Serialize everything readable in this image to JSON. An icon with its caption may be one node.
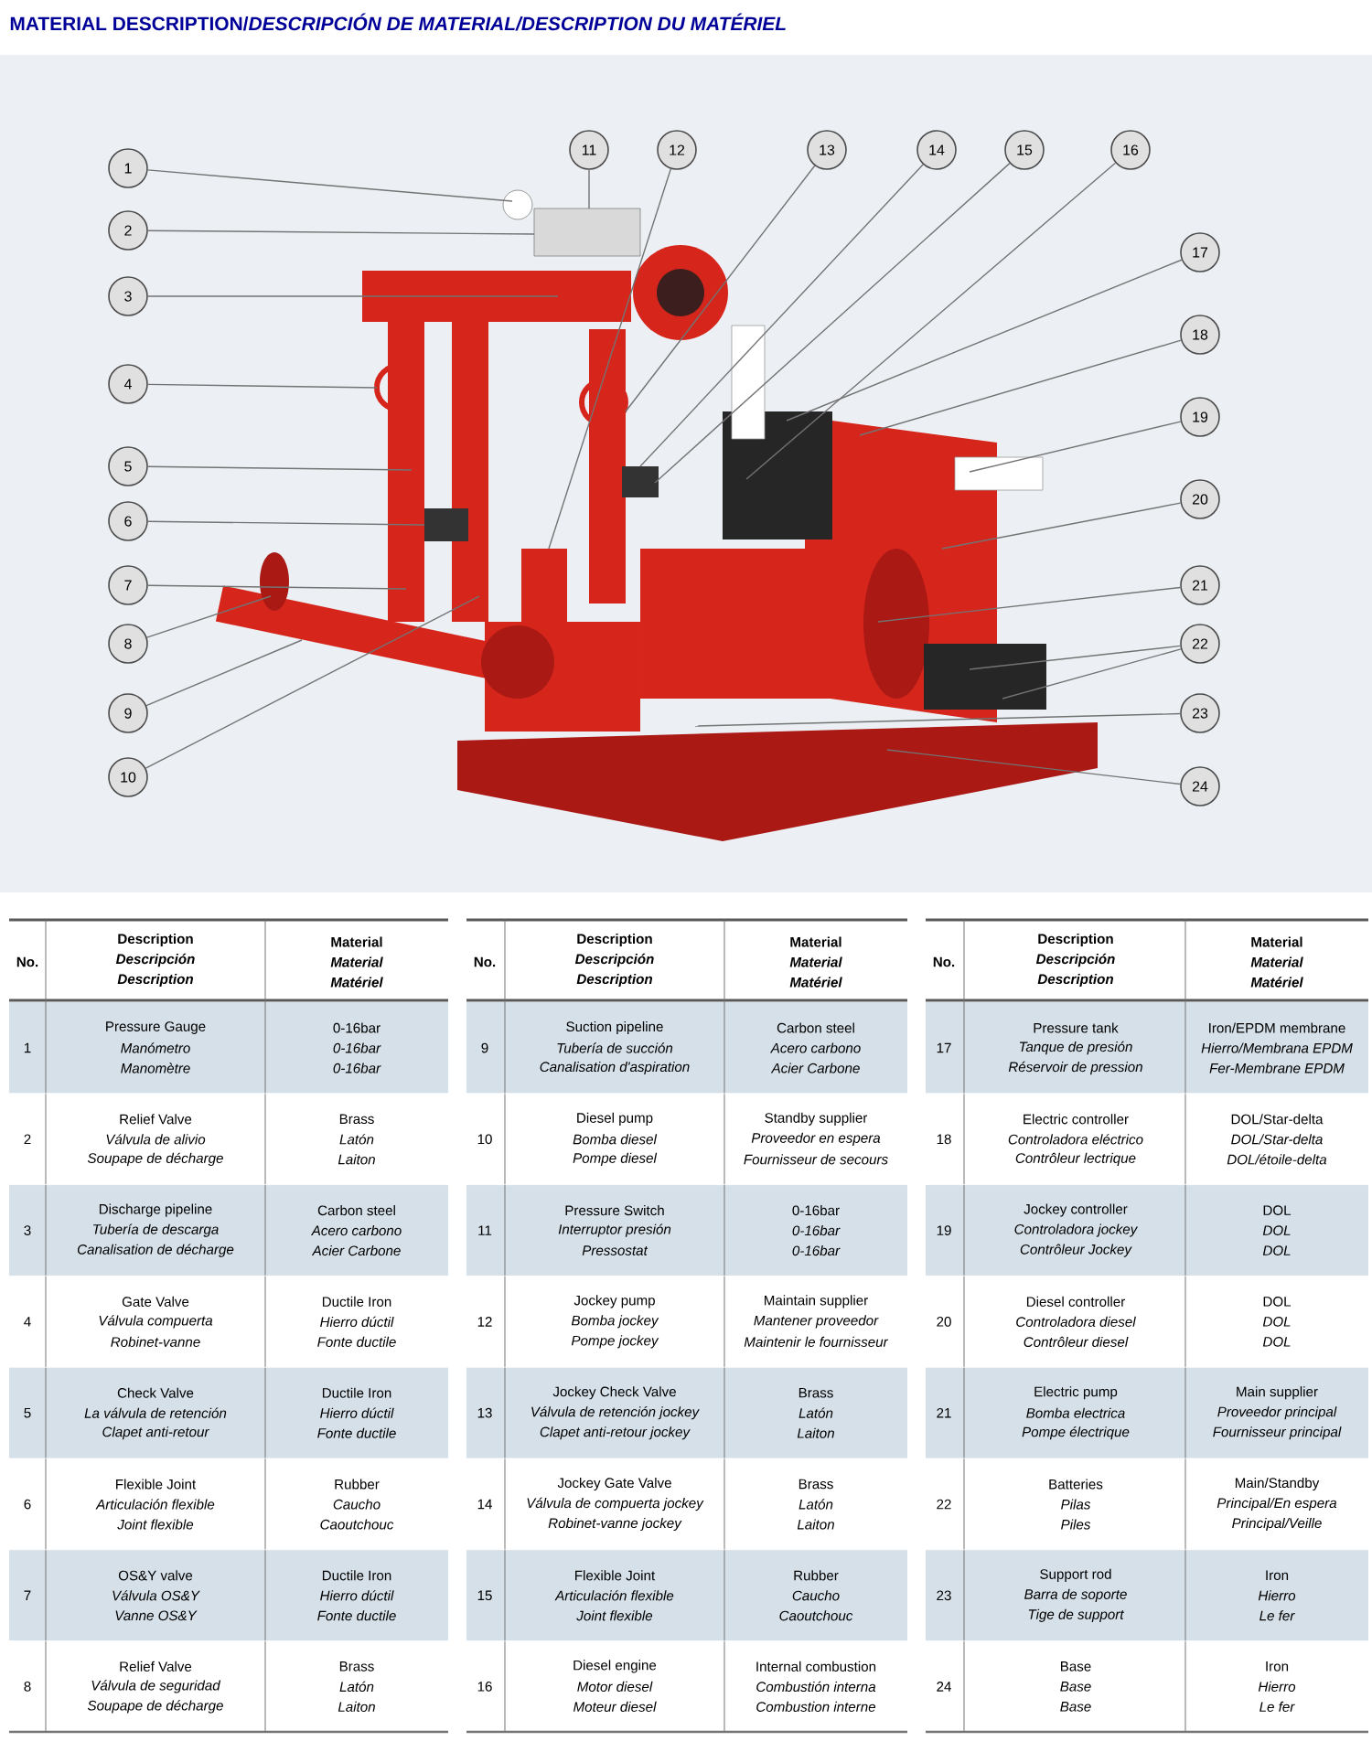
{
  "diagram": {
    "title": "MATERIAL DESCRIPTION/*DESCRIPCIÓN DE MATERIAL/DESCRIPTION DU MATÉRIEL*",
    "nodes": [
      {
        "text": [
          "1"
        ]
      },
      {
        "text": [
          "2"
        ]
      },
      {
        "text": [
          "3"
        ]
      },
      {
        "text": [
          "4"
        ]
      },
      {
        "text": [
          "5"
        ]
      },
      {
        "text": [
          "6"
        ]
      },
      {
        "text": [
          "7"
        ]
      },
      {
        "text": [
          "8"
        ]
      },
      {
        "text": [
          "9"
        ]
      },
      {
        "text": [
          "10"
        ]
      },
      {
        "text": [
          "11"
        ]
      },
      {
        "text": [
          "12"
        ]
      },
      {
        "text": [
          "13"
        ]
      },
      {
        "text": [
          "14"
        ]
      },
      {
        "text": [
          "15"
        ]
      },
      {
        "text": [
          "16"
        ]
      },
      {
        "text": [
          "17"
        ]
      },
      {
        "text": [
          "18"
        ]
      },
      {
        "text": [
          "19"
        ]
      },
      {
        "text": [
          "20"
        ]
      },
      {
        "text": [
          "21"
        ]
      },
      {
        "text": [
          "22"
        ]
      },
      {
        "text": [
          "23"
        ]
      },
      {
        "text": [
          "24"
        ]
      }
    ],
    "edges": [
      {
        "from": 0,
        "to": null,
        "arrow": "none"
      },
      {
        "from": 1,
        "to": null,
        "arrow": "none"
      },
      {
        "from": 2,
        "to": null,
        "arrow": "none"
      },
      {
        "from": 3,
        "to": null,
        "arrow": "none"
      },
      {
        "from": 4,
        "to": null,
        "arrow": "none"
      },
      {
        "from": 5,
        "to": null,
        "arrow": "none"
      },
      {
        "from": 6,
        "to": null,
        "arrow": "none"
      },
      {
        "from": 7,
        "to": null,
        "arrow": "none"
      },
      {
        "from": 8,
        "to": null,
        "arrow": "none"
      },
      {
        "from": 9,
        "to": null,
        "arrow": "none"
      },
      {
        "from": 10,
        "to": null,
        "arrow": "none"
      },
      {
        "from": 11,
        "to": null,
        "arrow": "none"
      },
      {
        "from": 12,
        "to": null,
        "arrow": "none"
      },
      {
        "from": 13,
        "to": null,
        "arrow": "none"
      },
      {
        "from": 14,
        "to": null,
        "arrow": "none"
      },
      {
        "from": 15,
        "to": null,
        "arrow": "none"
      },
      {
        "from": 16,
        "to": null,
        "arrow": "none"
      },
      {
        "from": 17,
        "to": null,
        "arrow": "none"
      },
      {
        "from": 18,
        "to": null,
        "arrow": "none"
      },
      {
        "from": 19,
        "to": null,
        "arrow": "none"
      },
      {
        "from": 20,
        "to": null,
        "arrow": "none"
      },
      {
        "from": 21,
        "to": null,
        "arrow": "none"
      },
      {
        "from": 21,
        "to": null,
        "arrow": "none"
      },
      {
        "from": 22,
        "to": null,
        "arrow": "none"
      },
      {
        "from": 23,
        "to": null,
        "arrow": "none"
      }
    ],
    "labels": [
      "No.",
      "Description",
      "Descripción",
      "Description",
      "Material",
      "Material",
      "Matériel",
      "1",
      "Pressure Gauge",
      "Manómetro",
      "Manomètre",
      "0-16bar",
      "0-16bar",
      "0-16bar",
      "2",
      "Relief Valve",
      "Válvula de alivio",
      "Soupape de décharge",
      "Brass",
      "Latón",
      "Laiton",
      "3",
      "Discharge pipeline",
      "Tubería de descarga",
      "Canalisation de décharge",
      "Carbon steel",
      "Acero carbono",
      "Acier Carbone",
      "4",
      "Gate Valve",
      "Válvula compuerta",
      "Robinet-vanne",
      "Ductile Iron",
      "Hierro dúctil",
      "Fonte ductile",
      "5",
      "Check Valve",
      "La válvula de retención",
      "Clapet anti-retour",
      "Ductile Iron",
      "Hierro dúctil",
      "Fonte ductile",
      "6",
      "Flexible Joint",
      "Articulación flexible",
      "Joint flexible",
      "Rubber",
      "Caucho",
      "Caoutchouc",
      "7",
      "OS&Y valve",
      "Válvula OS&Y",
      "Vanne OS&Y",
      "Ductile Iron",
      "Hierro dúctil",
      "Fonte ductile",
      "8",
      "Relief Valve",
      "Válvula de seguridad",
      "Soupape de décharge",
      "Brass",
      "Latón",
      "Laiton",
      "No.",
      "Description",
      "Descripción",
      "Description",
      "Material",
      "Material",
      "Matériel",
      "9",
      "Suction pipeline",
      "Tubería de succión",
      "Canalisation d'aspiration",
      "Carbon steel",
      "Acero carbono",
      "Acier Carbone",
      "10",
      "Diesel pump",
      "Bomba diesel",
      "Pompe diesel",
      "Standby supplier",
      "Proveedor en espera",
      "Fournisseur de secours",
      "11",
      "Pressure Switch",
      "Interruptor presión",
      "Pressostat",
      "0-16bar",
      "0-16bar",
      "0-16bar",
      "12",
      "Jockey pump",
      "Bomba jockey",
      "Pompe jockey",
      "Maintain supplier",
      "Mantener proveedor",
      "Maintenir le fournisseur",
      "13",
      "Jockey Check Valve",
      "Válvula de retención jockey",
      "Clapet anti-retour jockey",
      "Brass",
      "Latón",
      "Laiton",
      "14",
      "Jockey Gate Valve",
      "Válvula de compuerta jockey",
      "Robinet-vanne jockey",
      "Brass",
      "Latón",
      "Laiton",
      "15",
      "Flexible Joint",
      "Articulación flexible",
      "Joint flexible",
      "Rubber",
      "Caucho",
      "Caoutchouc",
      "16",
      "Diesel engine",
      "Motor diesel",
      "Moteur diesel",
      "Internal combustion",
      "Combustión interna",
      "Combustion interne",
      "No.",
      "Description",
      "Descripción",
      "Description",
      "Material",
      "Material",
      "Matériel",
      "17",
      "Pressure tank",
      "Tanque de presión",
      "Réservoir de pression",
      "Iron/EPDM membrane",
      "Hierro/Membrana EPDM",
      "Fer-Membrane EPDM",
      "18",
      "Electric controller",
      "Controladora eléctrico",
      "Contrôleur lectrique",
      "DOL/Star-delta",
      "DOL/Star-delta",
      "DOL/étoile-delta",
      "19",
      "Jockey controller",
      "Controladora jockey",
      "Contrôleur Jockey",
      "DOL",
      "DOL",
      "DOL",
      "20",
      "Diesel controller",
      "Controladora diesel",
      "Contrôleur diesel",
      "DOL",
      "DOL",
      "DOL",
      "21",
      "Electric pump",
      "Bomba electrica",
      "Pompe électrique",
      "Main supplier",
      "Proveedor principal",
      "Fournisseur principal",
      "22",
      "Batteries",
      "Pilas",
      "Piles",
      "Main/Standby",
      "Principal/En espera",
      "Principal/Veille",
      "23",
      "Support rod",
      "Barra de soporte",
      "Tige de support",
      "Iron",
      "Hierro",
      "Le fer",
      "24",
      "Base",
      "Base",
      "Base",
      "Iron",
      "Hierro",
      "Le fer"
    ]
  }
}
